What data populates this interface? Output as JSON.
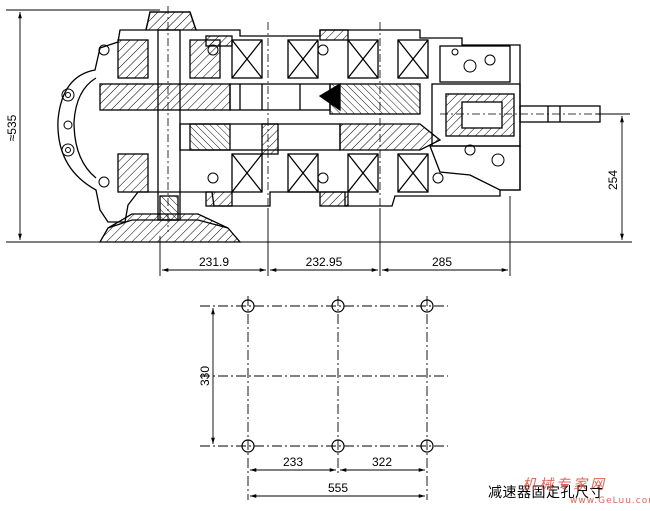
{
  "dimensions": {
    "overall_height": "≈535",
    "shaft_height": "254",
    "span_1": "231.9",
    "span_2": "232.95",
    "span_3": "285",
    "hole_vertical": "330",
    "hole_span_1": "233",
    "hole_span_2": "322",
    "hole_total": "555"
  },
  "caption": "减速器固定孔尺寸",
  "watermark": {
    "text": "机械专家网",
    "url": "www.GeLuu.com"
  }
}
